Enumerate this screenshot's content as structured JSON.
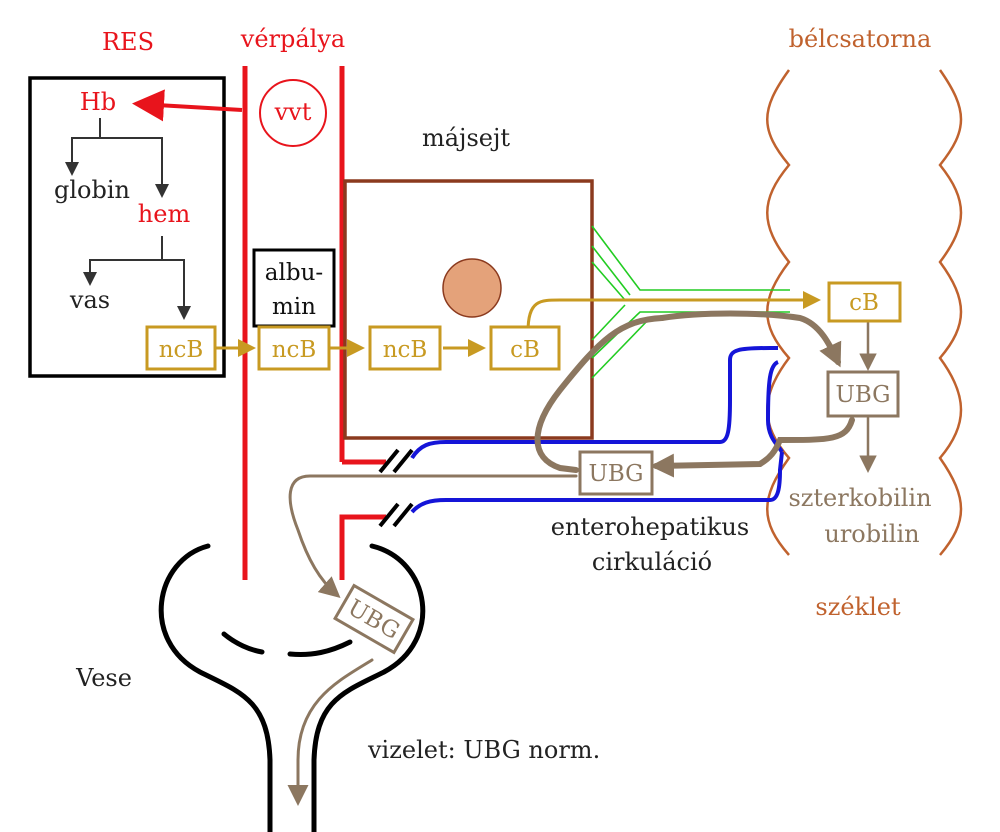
{
  "labels": {
    "res": "RES",
    "verpalya": "vérpálya",
    "belcsatorna": "bélcsatorna",
    "majsejt": "májsejt",
    "hb": "Hb",
    "vvt": "vvt",
    "globin": "globin",
    "hem": "hem",
    "vas": "vas",
    "albumin_line1": "albu-",
    "albumin_line2": "min",
    "ncb1": "ncB",
    "ncb2": "ncB",
    "ncb3": "ncB",
    "cb_liver": "cB",
    "cb_gut": "cB",
    "ubg_gut": "UBG",
    "ubg_mid": "UBG",
    "ubg_kidney": "UBG",
    "szterkobilin": "szterkobilin",
    "urobilin": "urobilin",
    "enterohepatikus": "enterohepatikus",
    "cirkulacio": "cirkuláció",
    "szeklet": "széklet",
    "vese": "Vese",
    "vizelet": "vizelet: UBG norm."
  },
  "colors": {
    "red": "#e8141c",
    "gold": "#c89a22",
    "brown_box": "#8b3a1e",
    "gut": "#c0622e",
    "ubg_brown": "#8c7760",
    "blue": "#1515d8",
    "green": "#22cc22",
    "nucleus": "#e4a27a",
    "dark": "#222222"
  }
}
